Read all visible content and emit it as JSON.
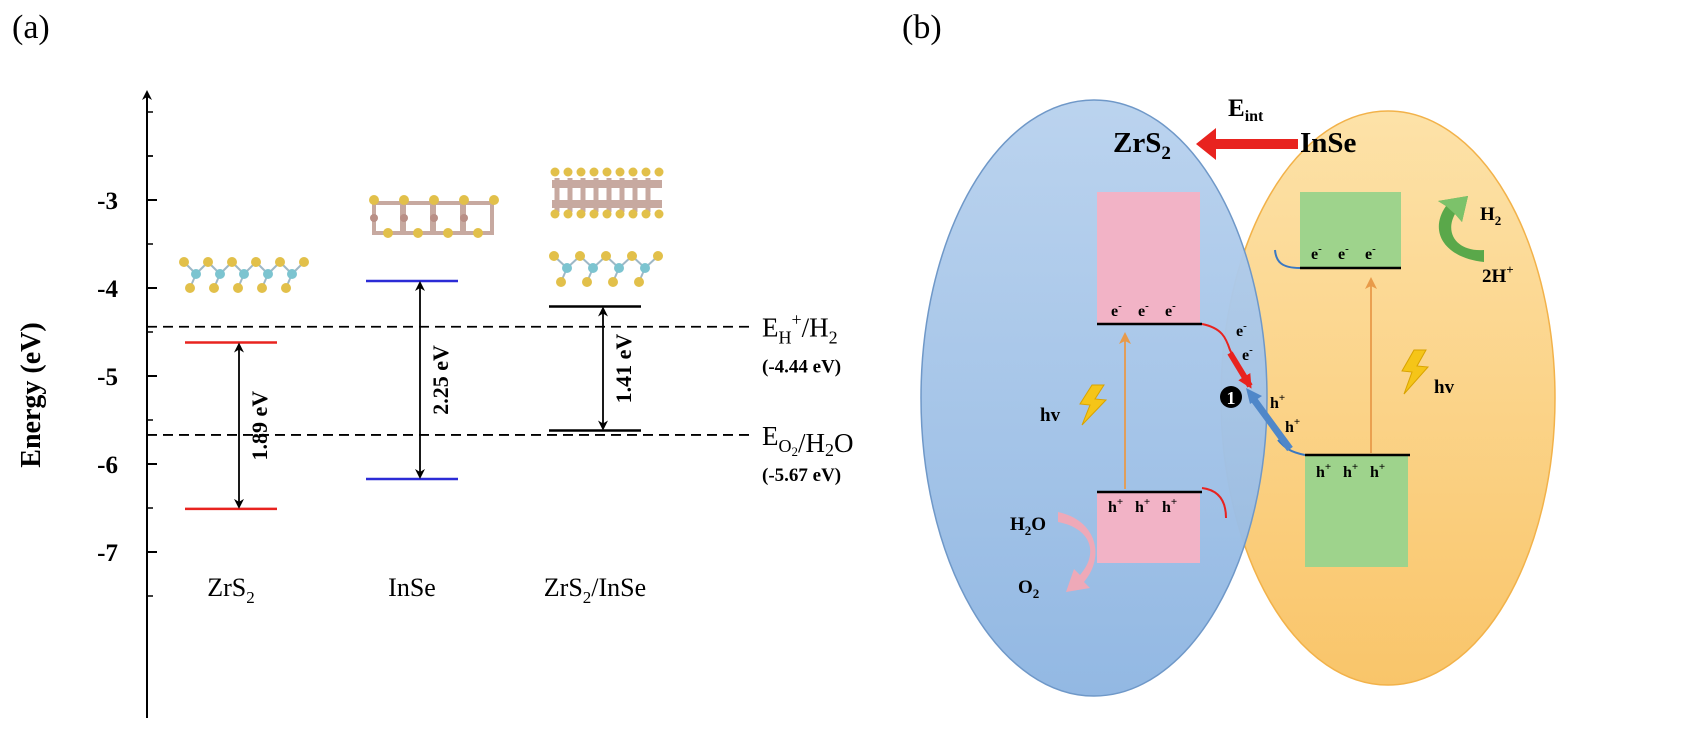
{
  "panel_a": {
    "label": "(a)",
    "y_axis_label": "Energy (eV)",
    "y_ticks": [
      "-3",
      "-4",
      "-5",
      "-6",
      "-7"
    ],
    "materials": [
      {
        "name": "ZrS",
        "sub": "2",
        "tail": "",
        "tail_sub": "",
        "cbm": -4.62,
        "vbm": -6.51,
        "gap_label": "1.89 eV",
        "color": "#e8231f"
      },
      {
        "name": "InSe",
        "sub": "",
        "tail": "",
        "tail_sub": "",
        "cbm": -3.92,
        "vbm": -6.17,
        "gap_label": "2.25 eV",
        "color": "#2b2bd6"
      },
      {
        "name": "ZrS",
        "sub": "2",
        "tail": "/InSe",
        "tail_sub": "",
        "cbm": -4.21,
        "vbm": -5.62,
        "gap_label": "1.41 eV",
        "color": "#000000"
      }
    ],
    "reference_levels": [
      {
        "value": -4.44,
        "label_main": "E",
        "label_sub1": "H",
        "label_sup": "+",
        "label_mid": "/H",
        "label_sub2": "2",
        "value_label": "(-4.44 eV)"
      },
      {
        "value": -5.67,
        "label_main": "E",
        "label_sub1": "O",
        "label_sub1b": "2",
        "label_mid": "/H",
        "label_sub2": "2",
        "label_end": "O",
        "value_label": "(-5.67 eV)"
      }
    ]
  },
  "panel_b": {
    "label": "(b)",
    "field_label_main": "E",
    "field_label_sub": "int",
    "left_material": {
      "name": "ZrS",
      "sub": "2"
    },
    "right_material": {
      "name": "InSe"
    },
    "electron": "e",
    "electron_charge": "-",
    "hole": "h",
    "hole_charge": "+",
    "photon": "hv",
    "reaction_left": {
      "reactant": "H",
      "reactant_sub": "2",
      "reactant_end": "O",
      "product": "O",
      "product_sub": "2"
    },
    "reaction_right": {
      "reactant": "2H",
      "reactant_sup": "+",
      "product": "H",
      "product_sub": "2"
    },
    "marker": "1",
    "colors": {
      "left_ellipse": "#a9c7e8",
      "right_ellipse": "#fbd38c",
      "left_band": "#f2b3c6",
      "right_band": "#9ed38c",
      "field_arrow": "#e8231f",
      "photon": "#f5c518",
      "transfer_red": "#e8231f",
      "transfer_blue": "#3a78c2"
    }
  }
}
